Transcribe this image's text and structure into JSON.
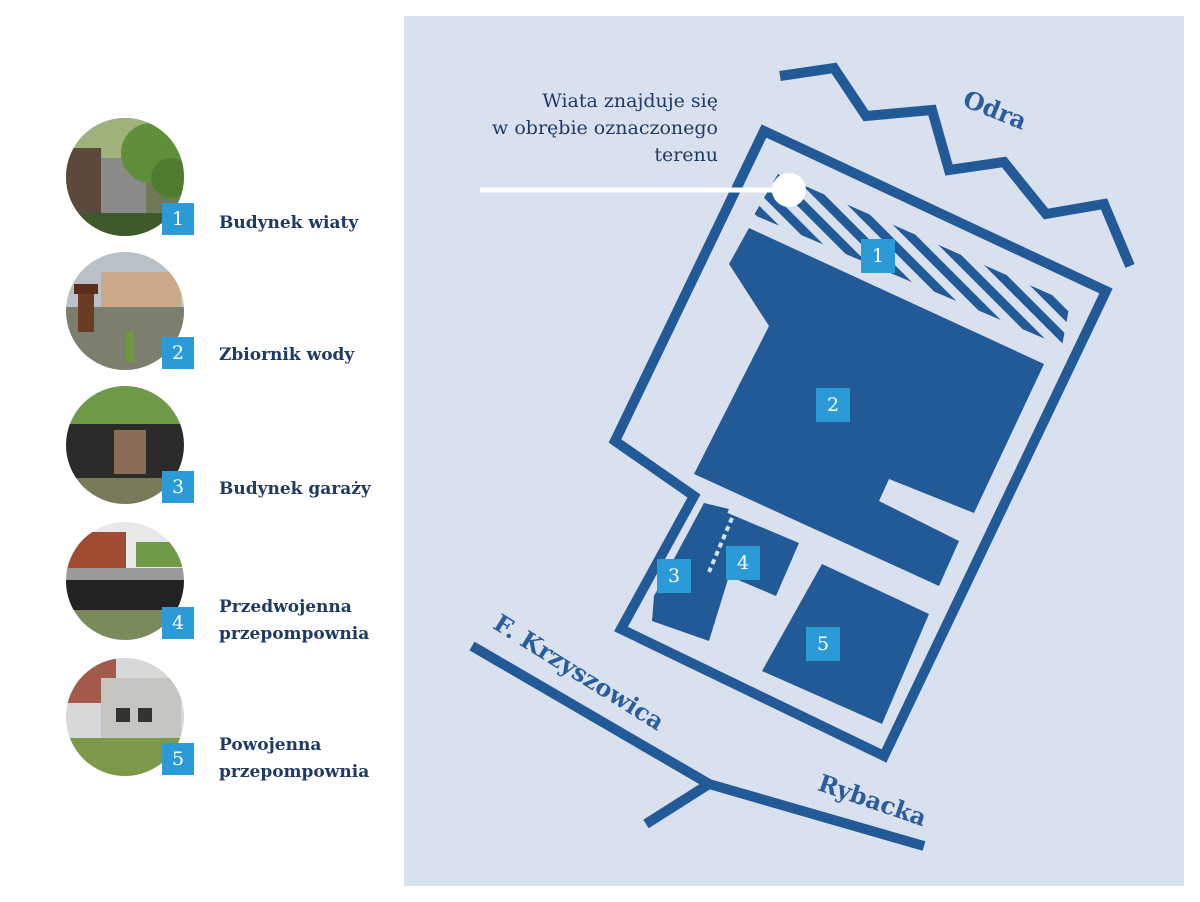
{
  "legend": {
    "items": [
      {
        "number": "1",
        "label": "Budynek wiaty"
      },
      {
        "number": "2",
        "label": "Zbiornik wody"
      },
      {
        "number": "3",
        "label": "Budynek garaży"
      },
      {
        "number": "4",
        "label": "Przedwojenna\nprzepompownia"
      },
      {
        "number": "5",
        "label": "Powojenna\nprzepompownia"
      }
    ]
  },
  "map": {
    "callout": "Wiata znajduje się\nw obrębie oznaczonego\nterenu",
    "river": "Odra",
    "streets": {
      "krzyszowica": "F. Krzyszowica",
      "rybacka": "Rybacka"
    },
    "markers": [
      "1",
      "2",
      "3",
      "4",
      "5"
    ],
    "colors": {
      "background": "#d9e1ef",
      "building": "#225a97",
      "badge": "#2b9bd8",
      "text": "#1f3a64"
    }
  }
}
